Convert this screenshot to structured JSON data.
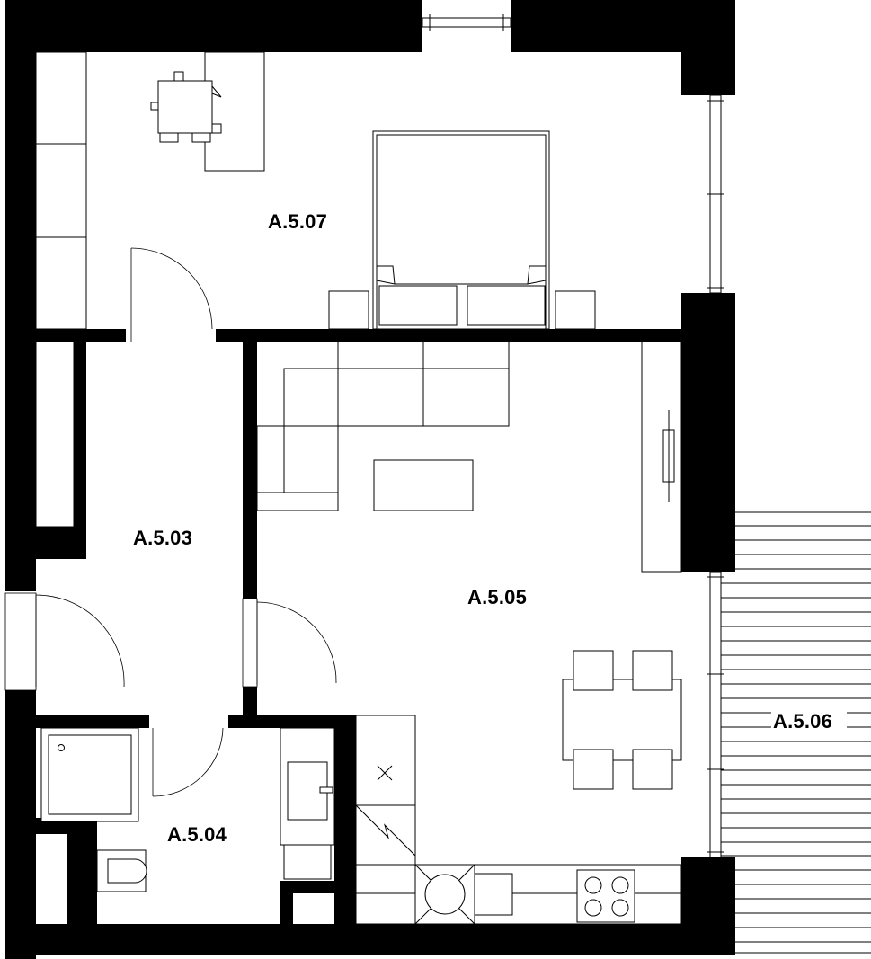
{
  "rooms": [
    {
      "id": "a507",
      "label": "A.5.07"
    },
    {
      "id": "a503",
      "label": "A.5.03"
    },
    {
      "id": "a505",
      "label": "A.5.05"
    },
    {
      "id": "a506",
      "label": "A.5.06"
    },
    {
      "id": "a504",
      "label": "A.5.04"
    }
  ]
}
